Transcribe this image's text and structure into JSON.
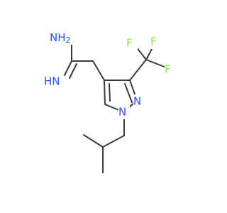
{
  "molecule": {
    "atoms": {
      "nh2": "NH",
      "nh2_subscript": "2",
      "hn": "HN",
      "f1": "F",
      "f2": "F",
      "f3": "F",
      "n_ring_2": "N",
      "n_ring_1": "N"
    },
    "colors": {
      "bond": "#3a3a3a",
      "nitrogen": "#3050f8",
      "fluorine": "#90e050"
    }
  }
}
